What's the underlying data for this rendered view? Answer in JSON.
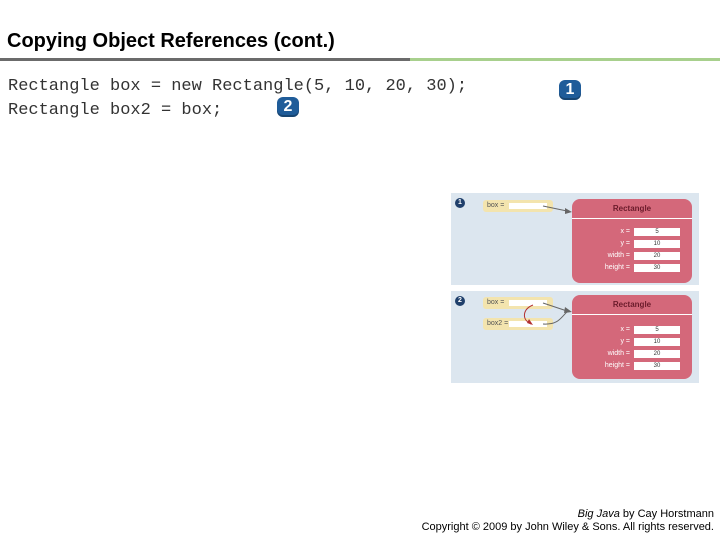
{
  "slide": {
    "title": "Copying Object References (cont.)",
    "code_line_1": "Rectangle box = new Rectangle(5, 10, 20, 30);",
    "code_line_2": "Rectangle box2 = box;",
    "badge_1": "1",
    "badge_2": "2"
  },
  "diagram": {
    "panel_1": {
      "number": "1",
      "variables": [
        "box ="
      ],
      "object_title": "Rectangle",
      "fields": [
        {
          "label": "x =",
          "value": "5"
        },
        {
          "label": "y =",
          "value": "10"
        },
        {
          "label": "width =",
          "value": "20"
        },
        {
          "label": "height =",
          "value": "30"
        }
      ]
    },
    "panel_2": {
      "number": "2",
      "variables": [
        "box =",
        "box2 ="
      ],
      "object_title": "Rectangle",
      "fields": [
        {
          "label": "x =",
          "value": "5"
        },
        {
          "label": "y =",
          "value": "10"
        },
        {
          "label": "width =",
          "value": "20"
        },
        {
          "label": "height =",
          "value": "30"
        }
      ]
    }
  },
  "footer": {
    "book_title": "Big Java",
    "author_prefix": " by Cay Horstmann",
    "copyright": "Copyright © 2009 by John Wiley & Sons.  All rights reserved."
  },
  "colors": {
    "title_rule": "#6b6b6b",
    "accent_rule": "#a8d08d",
    "badge": "#1f5c99",
    "panel_bg": "#dce6ef",
    "variable_box": "#f3e4ae",
    "object_card": "#d4687a"
  }
}
